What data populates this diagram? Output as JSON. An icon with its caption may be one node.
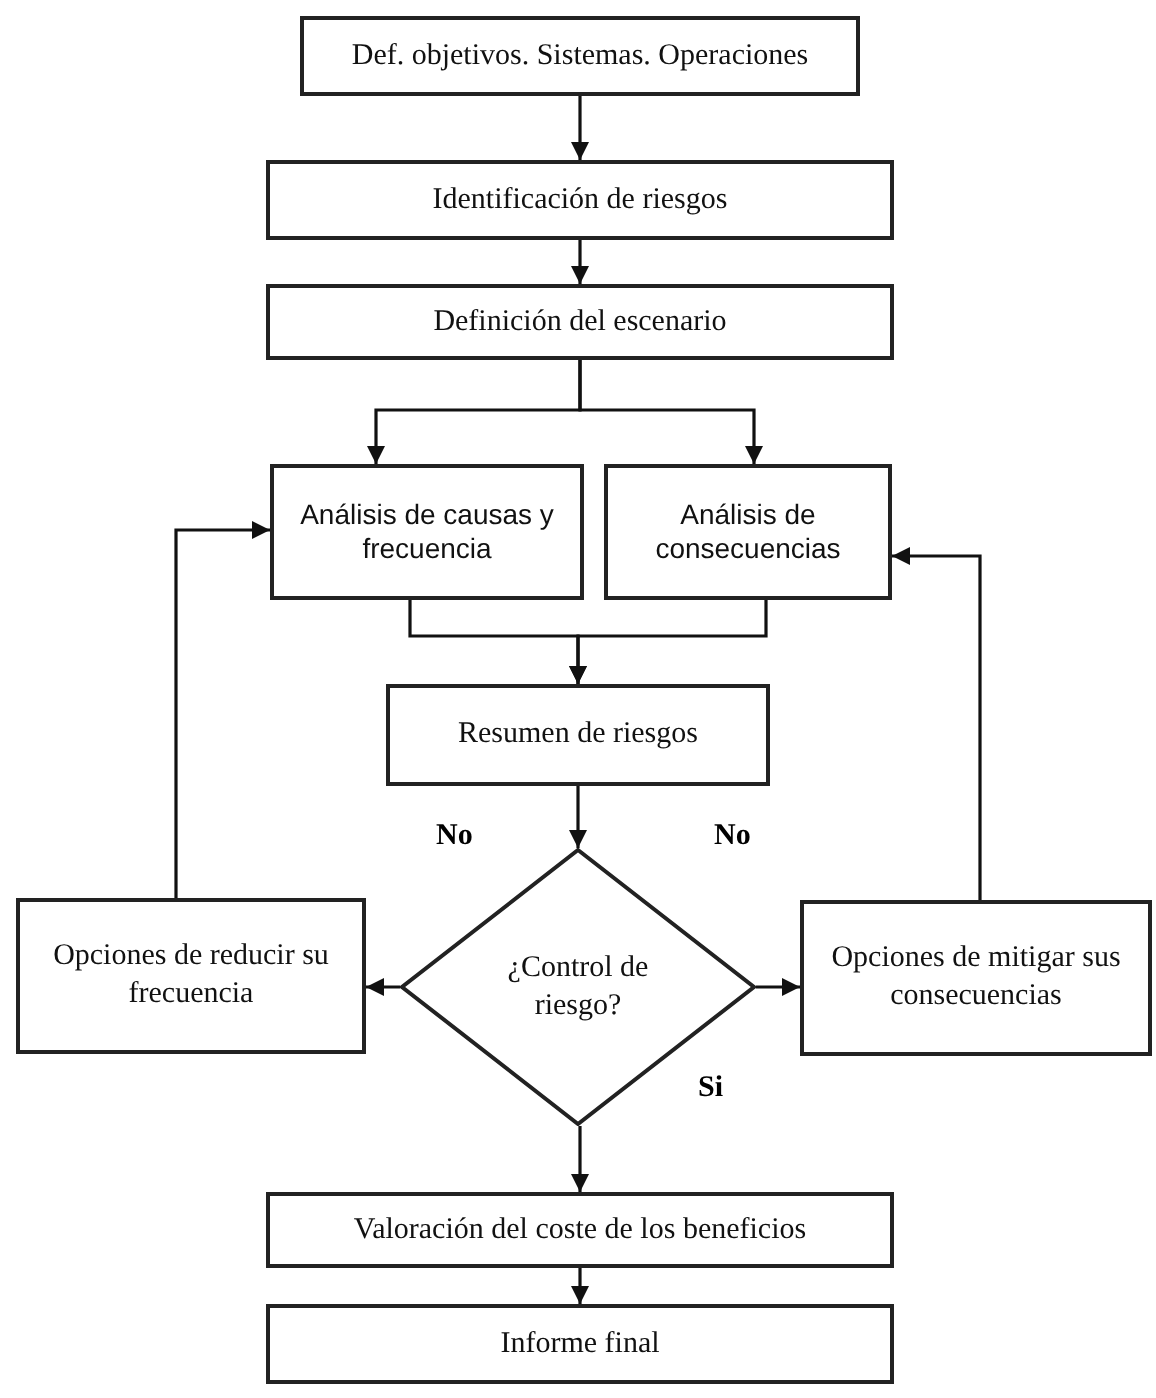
{
  "diagram": {
    "nodes": [
      {
        "text": [
          "Def. objetivos. Sistemas. Operaciones"
        ]
      },
      {
        "text": [
          "Identificación de riesgos"
        ]
      },
      {
        "text": [
          "Definición del escenario"
        ]
      },
      {
        "text": [
          "Análisis de causas y frecuencia"
        ]
      },
      {
        "text": [
          "Análisis de consecuencias"
        ]
      },
      {
        "text": [
          "Resumen de riesgos"
        ]
      },
      {
        "text": [
          "¿Control de riesgo?"
        ]
      },
      {
        "text": [
          "Opciones de reducir su frecuencia"
        ]
      },
      {
        "text": [
          "Opciones de mitigar sus consecuencias"
        ]
      },
      {
        "text": [
          "Valoración del coste de los beneficios"
        ]
      },
      {
        "text": [
          "Informe final"
        ]
      }
    ],
    "edges": [
      {
        "from": 0,
        "to": 1,
        "arrow": "to"
      },
      {
        "from": 1,
        "to": 2,
        "arrow": "to"
      },
      {
        "from": 2,
        "to": 3,
        "arrow": "to"
      },
      {
        "from": 2,
        "to": 4,
        "arrow": "to"
      },
      {
        "from": 3,
        "to": 5,
        "arrow": "to"
      },
      {
        "from": 4,
        "to": 5,
        "arrow": "to"
      },
      {
        "from": 5,
        "to": 6,
        "arrow": "to"
      },
      {
        "from": 6,
        "to": 7,
        "arrow": "to",
        "label": "No"
      },
      {
        "from": 6,
        "to": 8,
        "arrow": "to",
        "label": "No"
      },
      {
        "from": 7,
        "to": 3,
        "arrow": "to"
      },
      {
        "from": 8,
        "to": 4,
        "arrow": "to"
      },
      {
        "from": 6,
        "to": 9,
        "arrow": "to",
        "label": "Si"
      },
      {
        "from": 9,
        "to": 10,
        "arrow": "to"
      }
    ]
  }
}
